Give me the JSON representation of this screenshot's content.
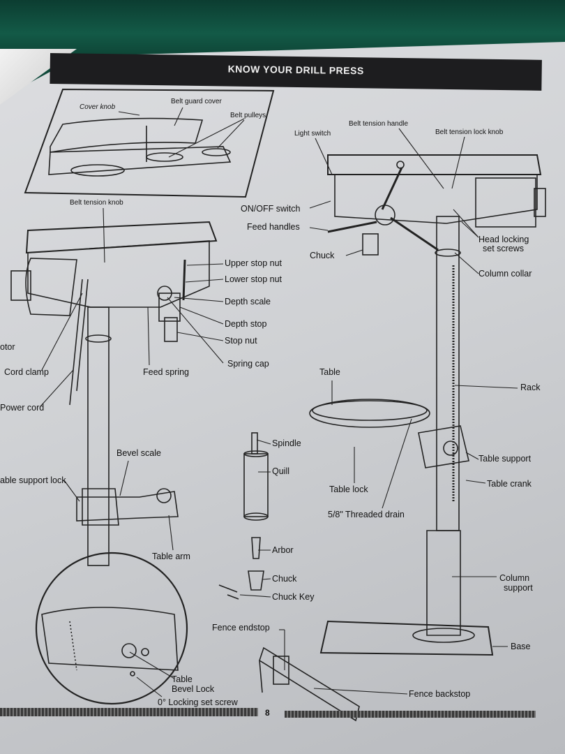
{
  "header": {
    "title": "KNOW YOUR DRILL PRESS"
  },
  "labels": {
    "cover_knob": "Cover knob",
    "belt_guard_cover": "Belt guard cover",
    "belt_pulleys": "Belt pulleys",
    "belt_tension_knob": "Belt tension knob",
    "upper_stop_nut": "Upper stop nut",
    "lower_stop_nut": "Lower stop nut",
    "depth_scale": "Depth scale",
    "depth_stop": "Depth stop",
    "stop_nut": "Stop nut",
    "spring_cap": "Spring cap",
    "feed_spring": "Feed spring",
    "cord_clamp": "Cord clamp",
    "motor": "otor",
    "power_cord": "Power cord",
    "bevel_scale": "Bevel scale",
    "table_support_lock": "able support lock",
    "table_arm": "Table arm",
    "table_bevel_lock_1": "Table",
    "table_bevel_lock_2": "Bevel Lock",
    "locking_set_screw": "0° Locking set screw",
    "light_switch": "Light switch",
    "belt_tension_handle": "Belt tension handle",
    "belt_tension_lock_knob": "Belt tension lock knob",
    "on_off_switch": "ON/OFF switch",
    "feed_handles": "Feed handles",
    "chuck_right": "Chuck",
    "head_locking_1": "Head locking",
    "head_locking_2": "set screws",
    "column_collar": "Column collar",
    "table": "Table",
    "rack": "Rack",
    "spindle": "Spindle",
    "quill": "Quill",
    "table_lock": "Table lock",
    "threaded_drain": "5/8\" Threaded drain",
    "table_support": "Table support",
    "table_crank": "Table crank",
    "arbor": "Arbor",
    "chuck": "Chuck",
    "chuck_key": "Chuck Key",
    "column_support_1": "Column",
    "column_support_2": "support",
    "fence_endstop": "Fence endstop",
    "base": "Base",
    "fence_backstop": "Fence backstop"
  },
  "footer": {
    "page_number": "8"
  }
}
